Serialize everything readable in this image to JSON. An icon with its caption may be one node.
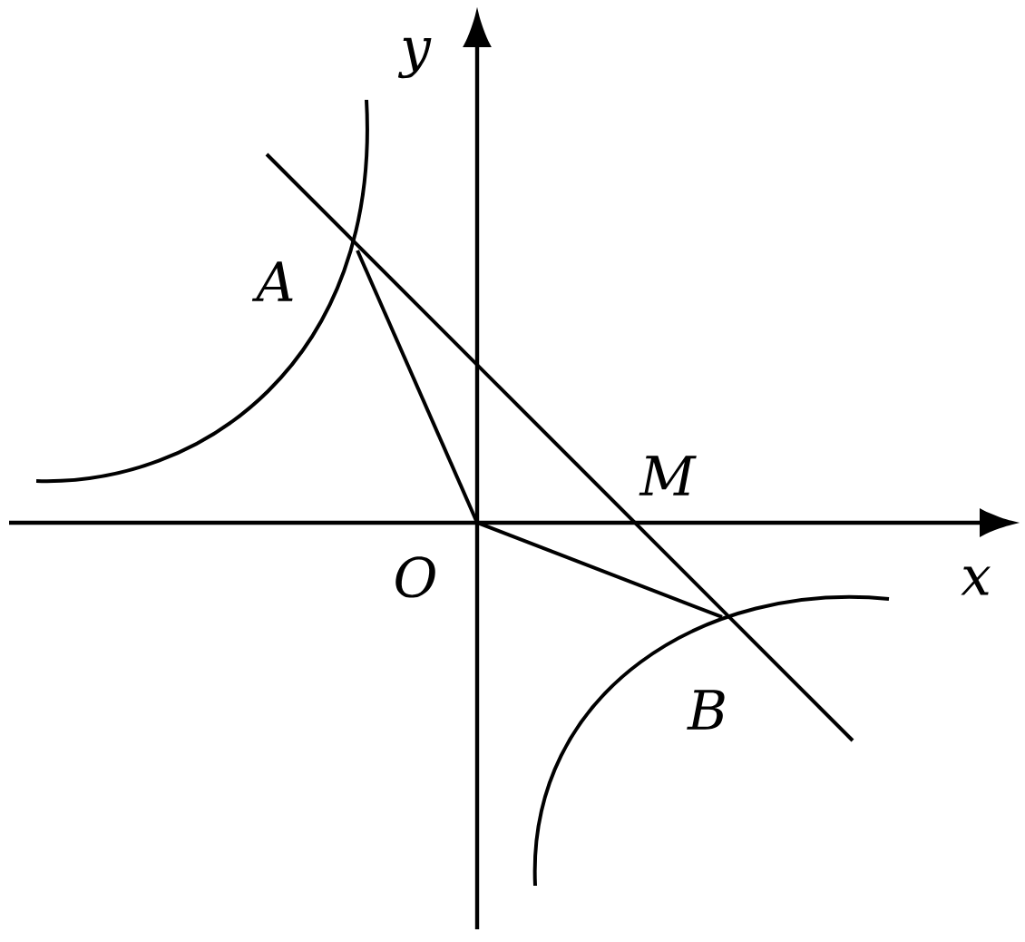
{
  "diagram": {
    "labels": [
      "y",
      "A",
      "M",
      "O",
      "x",
      "B"
    ]
  }
}
